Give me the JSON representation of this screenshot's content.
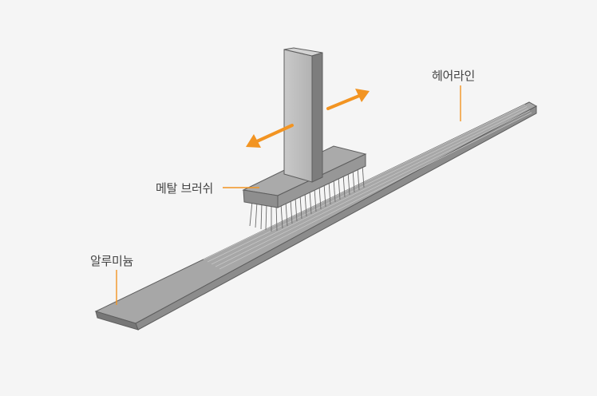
{
  "labels": {
    "hairline": "헤어라인",
    "metal_brush": "메탈 브러쉬",
    "aluminum": "알루미늄"
  },
  "colors": {
    "background": "#f5f5f5",
    "bar_top": "#a7a7a7",
    "bar_front": "#8c8c8c",
    "bar_end": "#777777",
    "outline": "#5e5e5e",
    "hairline_stripes": "#c6c6c6",
    "brush_top": "#aaaaaa",
    "brush_front": "#8e8e8e",
    "handle_face": "#bdbdbd",
    "handle_side": "#7d7d7d",
    "bristles": "#6a6a6a",
    "arrow": "#f29422",
    "leader_line": "#f29422",
    "label_text": "#444444"
  },
  "icons": {
    "left_arrow": "arrow-left-down",
    "right_arrow": "arrow-right-up"
  }
}
